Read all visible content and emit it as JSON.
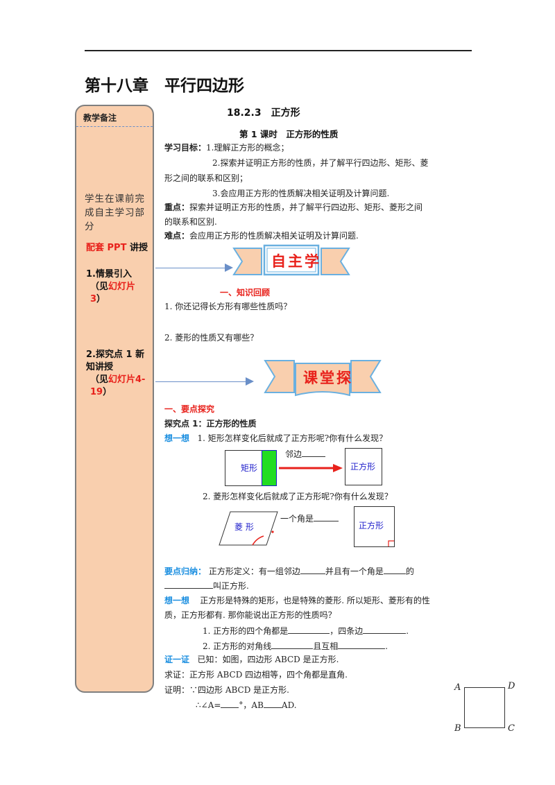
{
  "chapter_title": "第十八章　平行四边形",
  "section_title": "18.2.3　正方形",
  "lesson_title": "第 1 课时　正方形的性质",
  "sidebar": {
    "title": "教学备注",
    "note1": "学生在课前完成自主学习部分",
    "ppt_label": "配套 PPT",
    "ppt_suffix": "讲授",
    "item1_title": "1.情景引入",
    "item1_open": "（见",
    "item1_ref": "幻灯片3",
    "item1_close": "）",
    "item2_title": "2.探究点 1 新知讲授",
    "item2_open": "（见",
    "item2_ref": "幻灯片4-19",
    "item2_close": "）"
  },
  "objectives": {
    "label": "学习目标",
    "item1": "1.理解正方形的概念；",
    "item2a": "2.探索并证明正方形的性质，并了解平行四边形、矩形、菱",
    "item2b": "形之间的联系和区别；",
    "item3": "3.会应用正方形的性质解决相关证明及计算问题."
  },
  "key_point": {
    "label": "重点",
    "line1": "探索并证明正方形的性质，并了解平行四边形、矩形、菱形之间",
    "line2": "的联系和区别."
  },
  "difficulty": {
    "label": "难点",
    "text": "会应用正方形的性质解决相关证明及计算问题."
  },
  "banner1": {
    "text": "自主学"
  },
  "review": {
    "title": "一、知识回顾",
    "q1": "1. 你还记得长方形有哪些性质吗？",
    "q2": "2. 菱形的性质又有哪些？"
  },
  "banner2": {
    "text": "课堂探"
  },
  "explore": {
    "title": "一、要点探究",
    "point_title": "探究点 1：正方形的性质",
    "think_label": "想一想",
    "q1": "1. 矩形怎样变化后就成了正方形呢?你有什么发现？",
    "fig1_rect": "矩形",
    "fig1_caption": "邻边",
    "fig1_square": "正方形",
    "q2": "2. 菱形怎样变化后就成了正方形呢?你有什么发现？",
    "fig2_rhombus": "菱  形",
    "fig2_caption": "一个角是",
    "fig2_square": "正方形"
  },
  "summary": {
    "label": "要点归纳",
    "text1": "正方形定义：有一组邻边",
    "text2": "并且有一个角是",
    "text3": "的",
    "text4": "叫正方形."
  },
  "think2": {
    "label": "想一想",
    "line1": "正方形是特殊的矩形，也是特殊的菱形. 所以矩形、菱形有的性",
    "line2": "质，正方形都有. 那你能说出正方形的性质吗？",
    "p1a": "1. 正方形的四个角都是",
    "p1b": "，四条边",
    "p1c": ".",
    "p2a": "2. 正方形的对角线",
    "p2b": "且互相",
    "p2c": "."
  },
  "proof": {
    "label": "证一证",
    "given": "已知：如图，四边形 ABCD 是正方形.",
    "prove": "求证：正方形 ABCD 四边相等，四个角都是直角.",
    "proof_label": "证明：",
    "step1": "∵四边形 ABCD 是正方形.",
    "step2a": "∴∠A=",
    "step2b": "°，AB",
    "step2c": "AD.",
    "vertex_a": "A",
    "vertex_b": "B",
    "vertex_c": "C",
    "vertex_d": "D"
  },
  "colors": {
    "sidebar_bg": "#f9cfae",
    "accent_red": "#e8211b",
    "accent_blue": "#1a8ee0",
    "banner_fill": "#f9cfae",
    "banner_border": "#6ab0e0",
    "green_strip": "#22dd22"
  }
}
